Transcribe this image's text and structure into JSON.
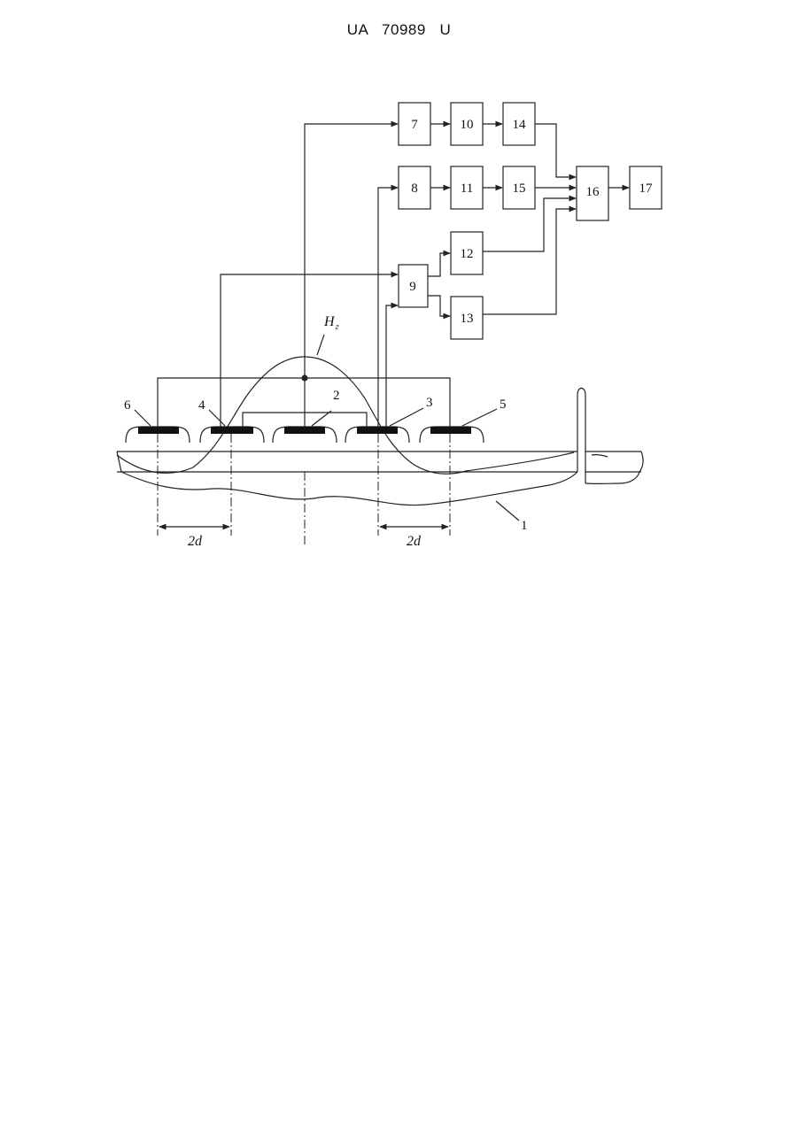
{
  "header": {
    "doc_number": "UA   70989   U"
  },
  "blocks": {
    "b7": "7",
    "b8": "8",
    "b9": "9",
    "b10": "10",
    "b11": "11",
    "b12": "12",
    "b13": "13",
    "b14": "14",
    "b15": "15",
    "b16": "16",
    "b17": "17"
  },
  "sensors": {
    "s2": "2",
    "s3": "3",
    "s4": "4",
    "s5": "5",
    "s6": "6"
  },
  "labels": {
    "field": "H",
    "field_sub": "г",
    "pipe": "1",
    "spacing_left": "2d",
    "spacing_right": "2d"
  },
  "colors": {
    "ink": "#222222",
    "paper": "#ffffff"
  }
}
